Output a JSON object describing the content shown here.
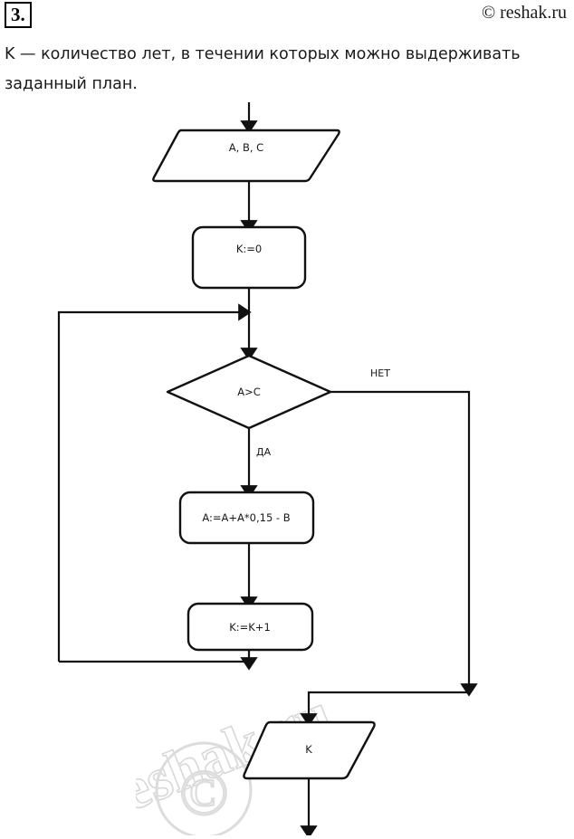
{
  "header": {
    "task_number": "3.",
    "copyright": "© reshak.ru"
  },
  "statement": {
    "line1": "K — количество лет, в течении которых можно выдерживать",
    "line2": "заданный план."
  },
  "watermark": {
    "text": "reshak.ru",
    "symbol": "©"
  },
  "flowchart": {
    "nodes": {
      "input_abc": {
        "label": "A, B, C",
        "shape": "parallelogram"
      },
      "init_k": {
        "label": "K:=0",
        "shape": "process"
      },
      "decision": {
        "label": "A>C",
        "shape": "decision"
      },
      "update_a": {
        "label": "A:=A+A*0,15 - B",
        "shape": "process"
      },
      "increment_k": {
        "label": "K:=K+1",
        "shape": "process"
      },
      "output_k": {
        "label": "K",
        "shape": "parallelogram"
      }
    },
    "edge_labels": {
      "yes": "ДА",
      "no": "НЕТ"
    },
    "colors": {
      "stroke": "#111111",
      "fill": "#ffffff",
      "watermark": "#dcdcdc"
    }
  }
}
